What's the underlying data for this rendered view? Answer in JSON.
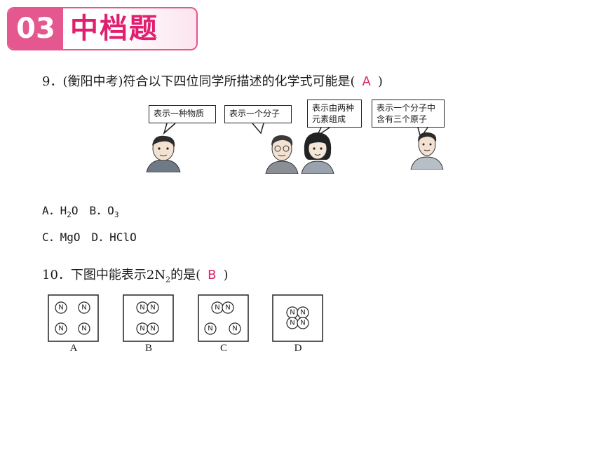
{
  "header": {
    "number": "03",
    "title": "中档题"
  },
  "q9": {
    "text_before": "9．(衡阳中考)符合以下四位同学所描述的化学式可能是(",
    "answer": "A",
    "text_after": ")",
    "bubbles": [
      "表示一种物质",
      "表示一个分子",
      "表示由两种",
      "元素组成",
      "表示一个分子中",
      "含有三个原子"
    ],
    "options_line1": {
      "a_prefix": "A．H",
      "a_sub": "2",
      "a_suffix": "O　B．O",
      "b_sub": "3"
    },
    "options_line2": "C．MgO　D．HClO"
  },
  "q10": {
    "text_before": "10．下图中能表示2N",
    "sub": "2",
    "text_after": "的是(",
    "answer": "B",
    "close": ")",
    "atom_label": "N",
    "labels": [
      "A",
      "B",
      "C",
      "D"
    ]
  }
}
